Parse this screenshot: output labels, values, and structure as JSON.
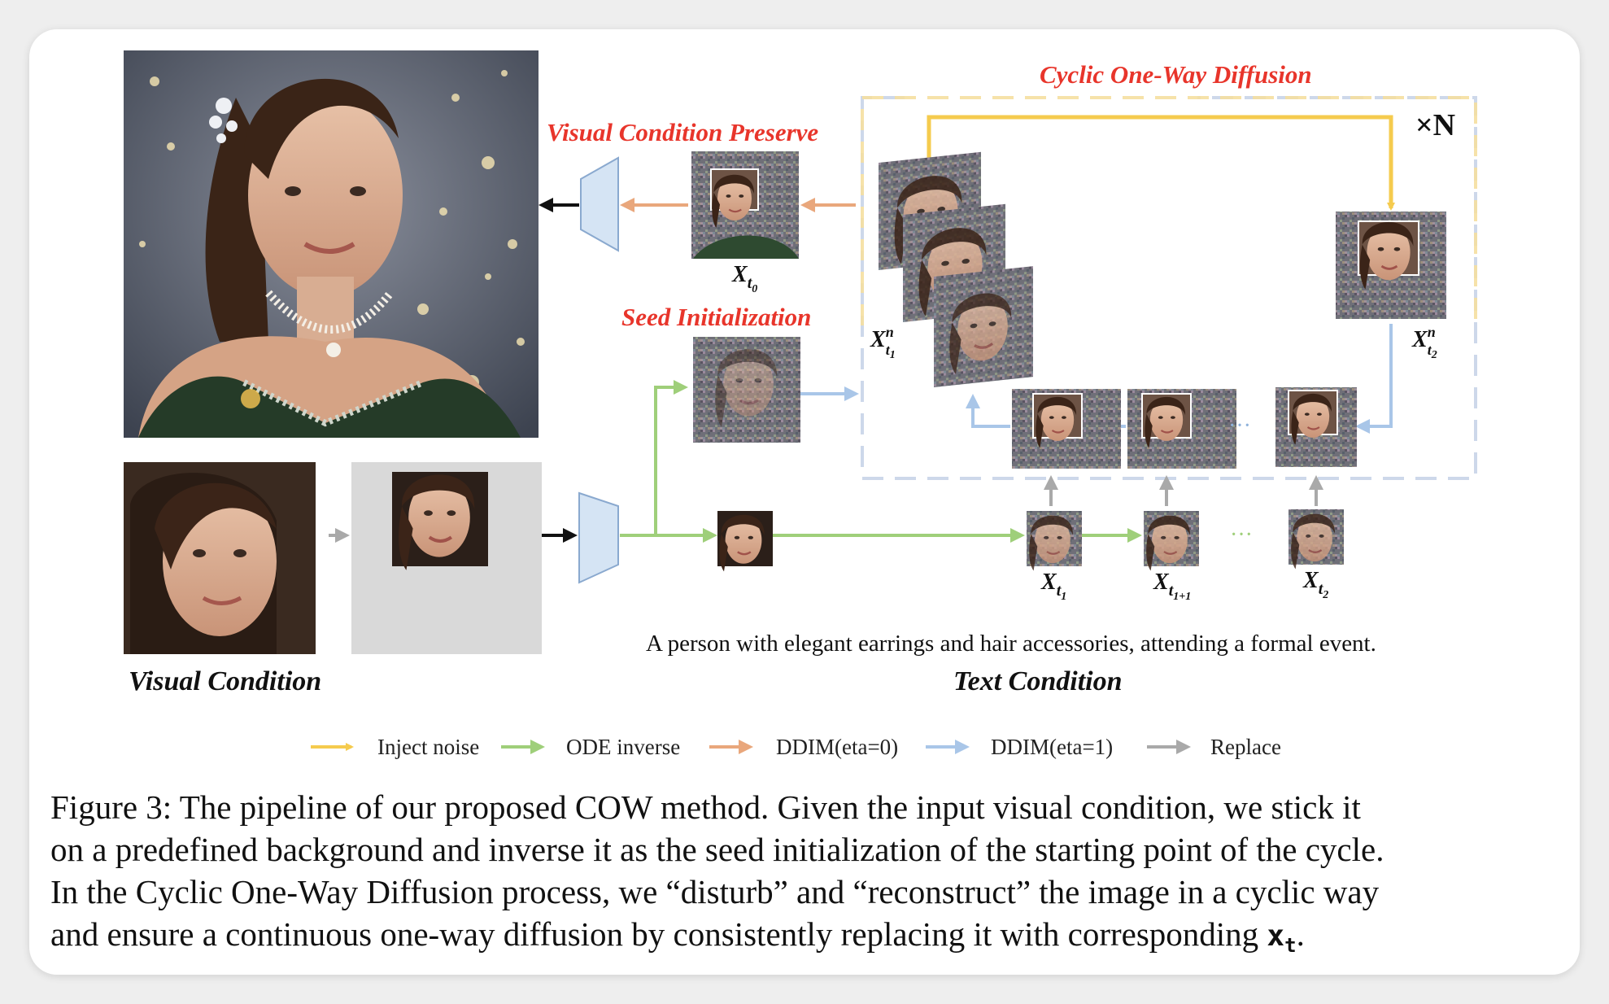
{
  "labels": {
    "cyclic": "Cyclic One-Way Diffusion",
    "visual_preserve": "Visual Condition Preserve",
    "seed_init": "Seed Initialization",
    "repeat": "×N",
    "visual_condition": "Visual Condition",
    "text_condition": "Text Condition",
    "prompt": "A person with elegant earrings and hair accessories, attending a formal event.",
    "ellipsis": "···"
  },
  "variables": {
    "xt0": {
      "base": "X",
      "sub": "t",
      "subsub": "0"
    },
    "xt1n": {
      "base": "X",
      "sup": "n",
      "sub": "t",
      "subsub": "1"
    },
    "xt2n": {
      "base": "X",
      "sup": "n",
      "sub": "t",
      "subsub": "2"
    },
    "xt1": {
      "base": "X",
      "sub": "t",
      "subsub": "1"
    },
    "xt1p1": {
      "base": "X",
      "sub": "t",
      "subsub": "1+1"
    },
    "xt2": {
      "base": "X",
      "sub": "t",
      "subsub": "2"
    }
  },
  "legend": [
    {
      "label": "Inject noise",
      "color": "#f5cb4e"
    },
    {
      "label": "ODE inverse",
      "color": "#9fcf7a"
    },
    {
      "label": "DDIM(eta=0)",
      "color": "#e9a77c"
    },
    {
      "label": "DDIM(eta=1)",
      "color": "#a9c6e8"
    },
    {
      "label": "Replace",
      "color": "#a9a9a9"
    }
  ],
  "caption": {
    "line1": "Figure 3: The pipeline of our proposed COW method. Given the input visual condition, we stick it",
    "line2": "on a predefined background and inverse it as the seed initialization of the starting point of the cycle.",
    "line3": "In the Cyclic One-Way Diffusion process, we “disturb” and “reconstruct” the image in a cyclic way",
    "line4_pre": "and ensure a continuous one-way diffusion by consistently replacing it with corresponding",
    "line4_math": "x",
    "line4_sub": "t",
    "line4_end": "."
  }
}
